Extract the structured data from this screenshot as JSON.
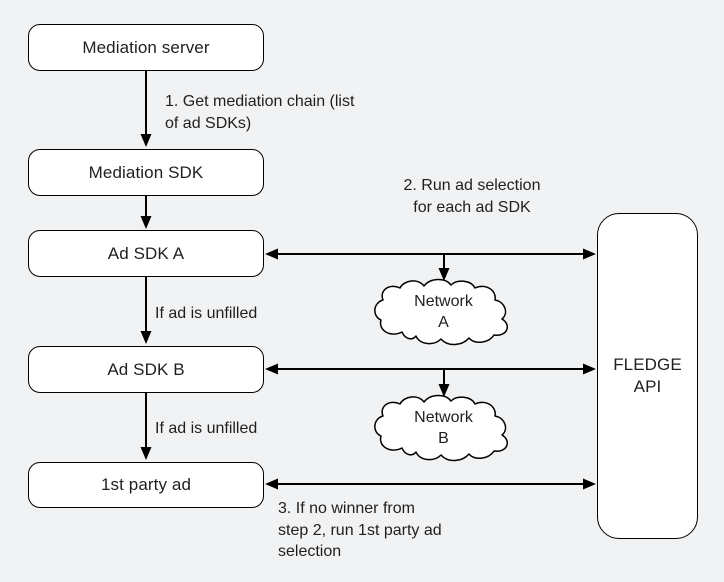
{
  "colors": {
    "background": "#f1f2f4",
    "shape_fill": "#ffffff",
    "line": "#000000",
    "text": "#1f1f1f"
  },
  "nodes": {
    "mediation_server": "Mediation server",
    "mediation_sdk": "Mediation SDK",
    "ad_sdk_a": "Ad SDK A",
    "ad_sdk_b": "Ad SDK B",
    "first_party_ad": "1st party ad",
    "fledge_api": "FLEDGE\nAPI"
  },
  "clouds": {
    "network_a": "Network\nA",
    "network_b": "Network\nB"
  },
  "annotations": {
    "step1": "1. Get mediation chain (list\nof ad SDKs)",
    "step2": "2. Run ad selection\nfor each ad SDK",
    "unfilled_a": "If ad is unfilled",
    "unfilled_b": "If ad is unfilled",
    "step3": "3. If no winner from\nstep 2, run 1st party ad\nselection"
  }
}
